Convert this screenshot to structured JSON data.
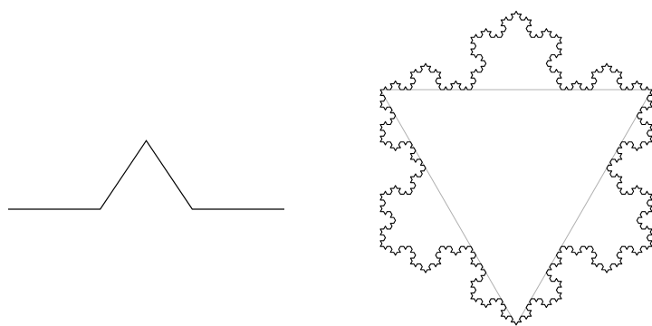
{
  "figure": {
    "background_color": "#ffffff",
    "left_panel": {
      "description_kind": "koch-generator",
      "stroke_color": "#000000"
    },
    "right_panel": {
      "description_kind": "koch-snowflake",
      "iterations": 4,
      "curve_color": "#000000",
      "base_triangle_color": "#b0b0b0"
    }
  }
}
